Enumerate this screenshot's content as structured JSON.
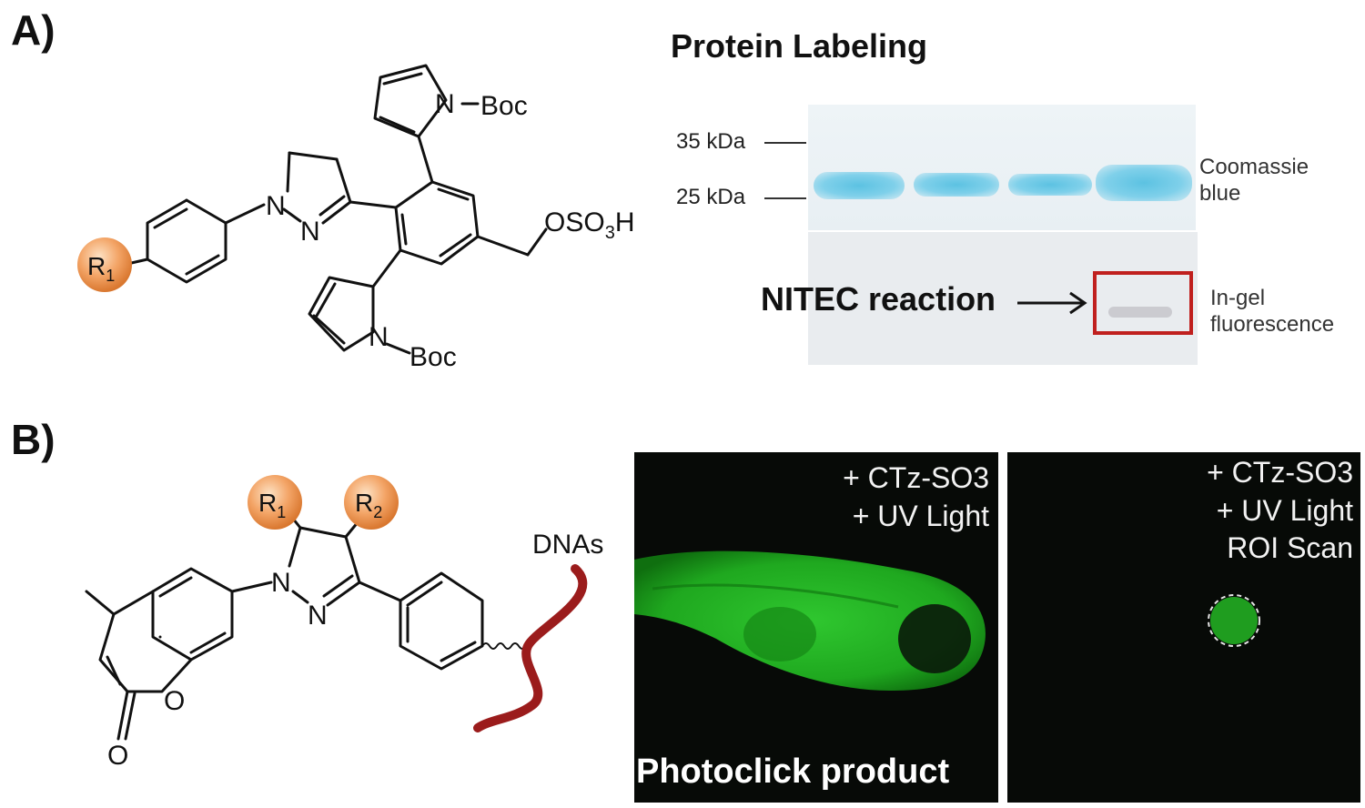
{
  "panel_a": {
    "label": "A)",
    "heading": "Protein Labeling",
    "marker_35": "35 kDa",
    "marker_25": "25 kDa",
    "coomassie_line1": "Coomassie",
    "coomassie_line2": "blue",
    "ingel_line1": "In-gel",
    "ingel_line2": "fluorescence",
    "nitec": "NITEC reaction",
    "molecule": {
      "n_boc_top": "N",
      "boc_top": "Boc",
      "n_boc_bottom": "N",
      "boc_bottom": "Boc",
      "n1": "N",
      "n2": "N",
      "oso3h": "OSO",
      "oso3h_sub": "3",
      "oso3h_end": "H",
      "r1": "R",
      "r1_sub": "1"
    }
  },
  "panel_b": {
    "label": "B)",
    "molecule": {
      "r1": "R",
      "r1_sub": "1",
      "r2": "R",
      "r2_sub": "2",
      "n1": "N",
      "n2": "N",
      "o_ring": "O",
      "o_carbonyl": "O",
      "dnas": "DNAs"
    },
    "image1": {
      "line1": "+ CTz-SO3",
      "line2": "+ UV Light",
      "caption": "Photoclick product"
    },
    "image2": {
      "line1": "+ CTz-SO3",
      "line2": "+ UV Light",
      "line3": "ROI Scan"
    }
  },
  "colors": {
    "r_group_orange": "#f0a060",
    "dna_red": "#9b1c1c",
    "highlight_box": "#c0201e",
    "fluorescence_green": "#39d639",
    "gel_band_blue": "#5cc2e2"
  }
}
